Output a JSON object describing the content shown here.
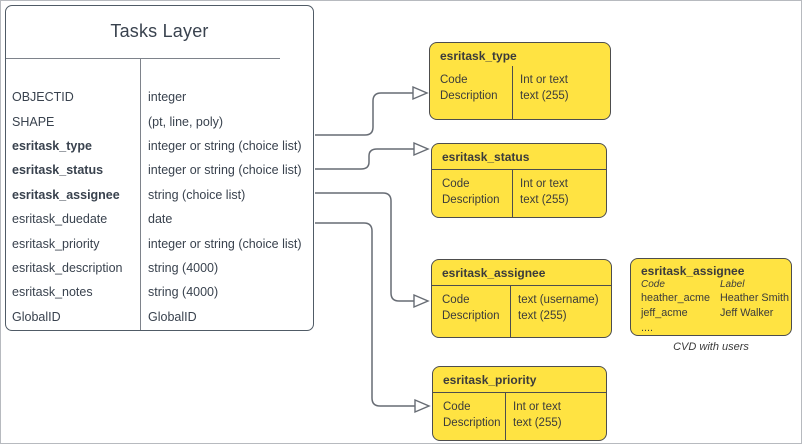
{
  "tasks_layer": {
    "title": "Tasks Layer",
    "fields": [
      {
        "name": "OBJECTID",
        "type": "integer",
        "bold": false
      },
      {
        "name": "SHAPE",
        "type": "(pt, line, poly)",
        "bold": false
      },
      {
        "name": "esritask_type",
        "type": "integer or string (choice list)",
        "bold": true
      },
      {
        "name": "esritask_status",
        "type": "integer or string (choice list)",
        "bold": true
      },
      {
        "name": "esritask_assignee",
        "type": "string (choice list)",
        "bold": true
      },
      {
        "name": "esritask_duedate",
        "type": "date",
        "bold": false
      },
      {
        "name": "esritask_priority",
        "type": "integer or string (choice list)",
        "bold": false
      },
      {
        "name": "esritask_description",
        "type": "string (4000)",
        "bold": false
      },
      {
        "name": "esritask_notes",
        "type": "string (4000)",
        "bold": false
      },
      {
        "name": "GlobalID",
        "type": "GlobalID",
        "bold": false
      }
    ]
  },
  "domains": {
    "type": {
      "title": "esritask_type",
      "left": [
        "Code",
        "Description"
      ],
      "right": [
        "Int or text",
        "text (255)"
      ]
    },
    "status": {
      "title": "esritask_status",
      "left": [
        "Code",
        "Description"
      ],
      "right": [
        "Int or text",
        "text (255)"
      ]
    },
    "assignee": {
      "title": "esritask_assignee",
      "left": [
        "Code",
        "Description"
      ],
      "right": [
        "text (username)",
        "text (255)"
      ]
    },
    "priority": {
      "title": "esritask_priority",
      "left": [
        "Code",
        "Description"
      ],
      "right": [
        "Int or text",
        "text (255)"
      ]
    }
  },
  "cvd": {
    "title": "esritask_assignee",
    "col_headers": {
      "code": "Code",
      "label": "Label"
    },
    "rows": [
      {
        "code": "heather_acme",
        "label": "Heather Smith"
      },
      {
        "code": "jeff_acme",
        "label": "Jeff Walker"
      },
      {
        "code": "....",
        "label": ""
      }
    ],
    "caption": "CVD with users"
  },
  "colors": {
    "domain_fill": "#FFE342",
    "domain_border": "#4D4D4D",
    "table_border": "#505B66",
    "connector": "#676C74",
    "text": "#39424E"
  }
}
